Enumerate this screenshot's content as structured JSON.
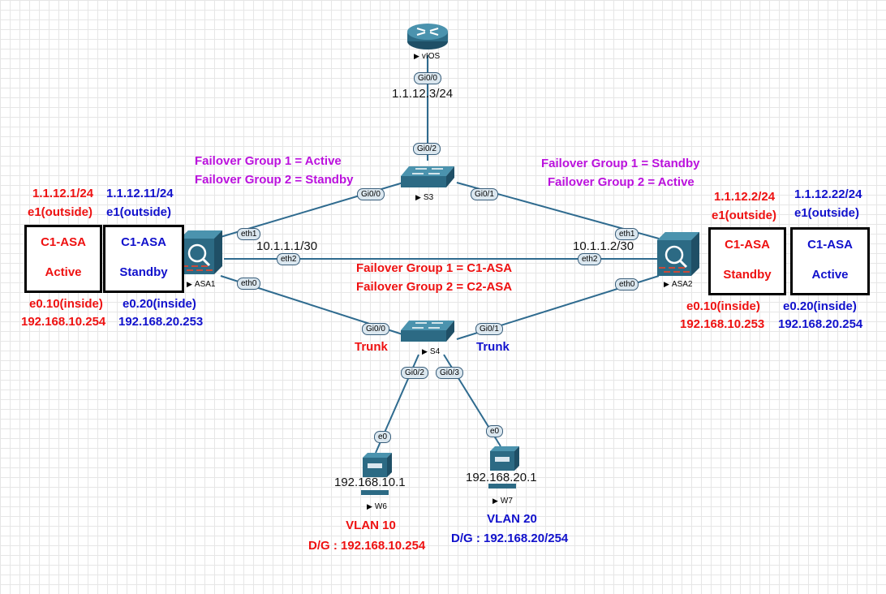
{
  "devices": {
    "vios": {
      "name": "vIOS"
    },
    "s3": {
      "name": "S3"
    },
    "s4": {
      "name": "S4"
    },
    "asa1": {
      "name": "ASA1"
    },
    "asa2": {
      "name": "ASA2"
    },
    "w6": {
      "name": "W6"
    },
    "w7": {
      "name": "W7"
    }
  },
  "ports": {
    "vios_gi00": "Gi0/0",
    "s3_gi02": "Gi0/2",
    "s3_gi00": "Gi0/0",
    "s3_gi01": "Gi0/1",
    "asa1_eth1": "eth1",
    "asa1_eth2": "eth2",
    "asa1_eth0": "eth0",
    "asa2_eth1": "eth1",
    "asa2_eth2": "eth2",
    "asa2_eth0": "eth0",
    "s4_gi00": "Gi0/0",
    "s4_gi01": "Gi0/1",
    "s4_gi02": "Gi0/2",
    "s4_gi03": "Gi0/3",
    "w6_e0": "e0",
    "w7_e0": "e0"
  },
  "addresses": {
    "vios_ip": "1.1.12.3/24",
    "failover_link_asa1": "10.1.1.1/30",
    "failover_link_asa2": "10.1.1.2/30",
    "w6_ip": "192.168.10.1",
    "w7_ip": "192.168.20.1"
  },
  "asa1_side": {
    "ctx_left": {
      "outside_ip": "1.1.12.1/24",
      "outside_if": "e1(outside)",
      "name": "C1-ASA",
      "state": "Active",
      "inside_if": "e0.10(inside)",
      "inside_ip": "192.168.10.254"
    },
    "ctx_right": {
      "outside_ip": "1.1.12.11/24",
      "outside_if": "e1(outside)",
      "name": "C1-ASA",
      "state": "Standby",
      "inside_if": "e0.20(inside)",
      "inside_ip": "192.168.20.253"
    },
    "failover_group1": "Failover Group 1 = Active",
    "failover_group2": "Failover Group 2 = Standby"
  },
  "asa2_side": {
    "ctx_left": {
      "outside_ip": "1.1.12.2/24",
      "outside_if": "e1(outside)",
      "name": "C1-ASA",
      "state": "Standby",
      "inside_if": "e0.10(inside)",
      "inside_ip": "192.168.10.253"
    },
    "ctx_right": {
      "outside_ip": "1.1.12.22/24",
      "outside_if": "e1(outside)",
      "name": "C1-ASA",
      "state": "Active",
      "inside_if": "e0.20(inside)",
      "inside_ip": "192.168.20.254"
    },
    "failover_group1": "Failover Group 1 = Standby",
    "failover_group2": "Failover Group 2 = Active"
  },
  "failover_mapping": {
    "group1": "Failover Group 1 = C1-ASA",
    "group2": "Failover Group 2 = C2-ASA"
  },
  "trunks": {
    "left": "Trunk",
    "right": "Trunk"
  },
  "vlans": {
    "vlan10": {
      "name": "VLAN 10",
      "gateway": "D/G : 192.168.10.254"
    },
    "vlan20": {
      "name": "VLAN 20",
      "gateway": "D/G : 192.168.20/254"
    }
  },
  "colors": {
    "link": "#2f6b8f",
    "red": "#ee1111",
    "blue": "#1111cc",
    "purple": "#bb11dd"
  }
}
